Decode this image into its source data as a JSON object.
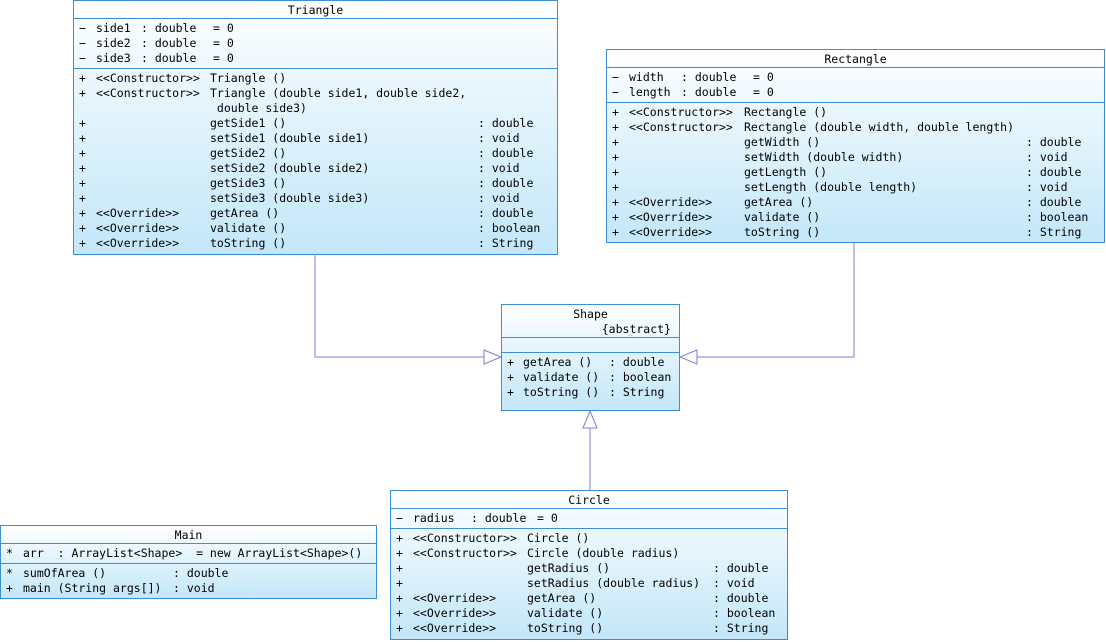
{
  "classes": {
    "triangle": {
      "name": "Triangle",
      "attributes": [
        {
          "vis": "−",
          "name": "side1",
          "type": ": double",
          "init": "= 0"
        },
        {
          "vis": "−",
          "name": "side2",
          "type": ": double",
          "init": "= 0"
        },
        {
          "vis": "−",
          "name": "side3",
          "type": ": double",
          "init": "= 0"
        }
      ],
      "operations": [
        {
          "vis": "+",
          "stereo": "<<Constructor>>",
          "name": "Triangle ()",
          "ret": ""
        },
        {
          "vis": "+",
          "stereo": "<<Constructor>>",
          "name": "Triangle (double side1, double side2,",
          "ret": ""
        },
        {
          "vis": "",
          "stereo": "",
          "name": " double side3)",
          "ret": ""
        },
        {
          "vis": "+",
          "stereo": "",
          "name": "getSide1 ()",
          "ret": ": double"
        },
        {
          "vis": "+",
          "stereo": "",
          "name": "setSide1 (double side1)",
          "ret": ": void"
        },
        {
          "vis": "+",
          "stereo": "",
          "name": "getSide2 ()",
          "ret": ": double"
        },
        {
          "vis": "+",
          "stereo": "",
          "name": "setSide2 (double side2)",
          "ret": ": void"
        },
        {
          "vis": "+",
          "stereo": "",
          "name": "getSide3 ()",
          "ret": ": double"
        },
        {
          "vis": "+",
          "stereo": "",
          "name": "setSide3 (double side3)",
          "ret": ": void"
        },
        {
          "vis": "+",
          "stereo": "<<Override>>",
          "name": "getArea ()",
          "ret": ": double"
        },
        {
          "vis": "+",
          "stereo": "<<Override>>",
          "name": "validate ()",
          "ret": ": boolean"
        },
        {
          "vis": "+",
          "stereo": "<<Override>>",
          "name": "toString ()",
          "ret": ": String"
        }
      ]
    },
    "rectangle": {
      "name": "Rectangle",
      "attributes": [
        {
          "vis": "−",
          "name": "width",
          "type": ": double",
          "init": "= 0"
        },
        {
          "vis": "−",
          "name": "length",
          "type": ": double",
          "init": "= 0"
        }
      ],
      "operations": [
        {
          "vis": "+",
          "stereo": "<<Constructor>>",
          "name": "Rectangle ()",
          "ret": ""
        },
        {
          "vis": "+",
          "stereo": "<<Constructor>>",
          "name": "Rectangle (double width, double length)",
          "ret": ""
        },
        {
          "vis": "+",
          "stereo": "",
          "name": "getWidth ()",
          "ret": ": double"
        },
        {
          "vis": "+",
          "stereo": "",
          "name": "setWidth (double width)",
          "ret": ": void"
        },
        {
          "vis": "+",
          "stereo": "",
          "name": "getLength ()",
          "ret": ": double"
        },
        {
          "vis": "+",
          "stereo": "",
          "name": "setLength (double length)",
          "ret": ": void"
        },
        {
          "vis": "+",
          "stereo": "<<Override>>",
          "name": "getArea ()",
          "ret": ": double"
        },
        {
          "vis": "+",
          "stereo": "<<Override>>",
          "name": "validate ()",
          "ret": ": boolean"
        },
        {
          "vis": "+",
          "stereo": "<<Override>>",
          "name": "toString ()",
          "ret": ": String"
        }
      ]
    },
    "shape": {
      "name": "Shape",
      "stereotype": "{abstract}",
      "operations": [
        {
          "vis": "+",
          "name": "getArea ()",
          "ret": ": double"
        },
        {
          "vis": "+",
          "name": "validate ()",
          "ret": ": boolean"
        },
        {
          "vis": "+",
          "name": "toString ()",
          "ret": ": String"
        }
      ]
    },
    "circle": {
      "name": "Circle",
      "attributes": [
        {
          "vis": "−",
          "name": "radius",
          "type": ": double",
          "init": "= 0"
        }
      ],
      "operations": [
        {
          "vis": "+",
          "stereo": "<<Constructor>>",
          "name": "Circle ()",
          "ret": ""
        },
        {
          "vis": "+",
          "stereo": "<<Constructor>>",
          "name": "Circle (double radius)",
          "ret": ""
        },
        {
          "vis": "+",
          "stereo": "",
          "name": "getRadius ()",
          "ret": ": double"
        },
        {
          "vis": "+",
          "stereo": "",
          "name": "setRadius (double radius)",
          "ret": ": void"
        },
        {
          "vis": "+",
          "stereo": "<<Override>>",
          "name": "getArea ()",
          "ret": ": double"
        },
        {
          "vis": "+",
          "stereo": "<<Override>>",
          "name": "validate ()",
          "ret": ": boolean"
        },
        {
          "vis": "+",
          "stereo": "<<Override>>",
          "name": "toString ()",
          "ret": ": String"
        }
      ]
    },
    "main": {
      "name": "Main",
      "attributes": [
        {
          "vis": "*",
          "text": "arr  : ArrayList<Shape>  = new ArrayList<Shape>()"
        }
      ],
      "operations": [
        {
          "vis": "*",
          "name": "sumOfArea ()",
          "ret": ": double"
        },
        {
          "vis": "+",
          "name": "main (String args[])",
          "ret": ": void"
        }
      ]
    }
  },
  "colors": {
    "border": "#3a8fd6",
    "gradient_top": "#ffffff",
    "gradient_bottom": "#c3e7f9",
    "connector": "#7f7fd6"
  }
}
